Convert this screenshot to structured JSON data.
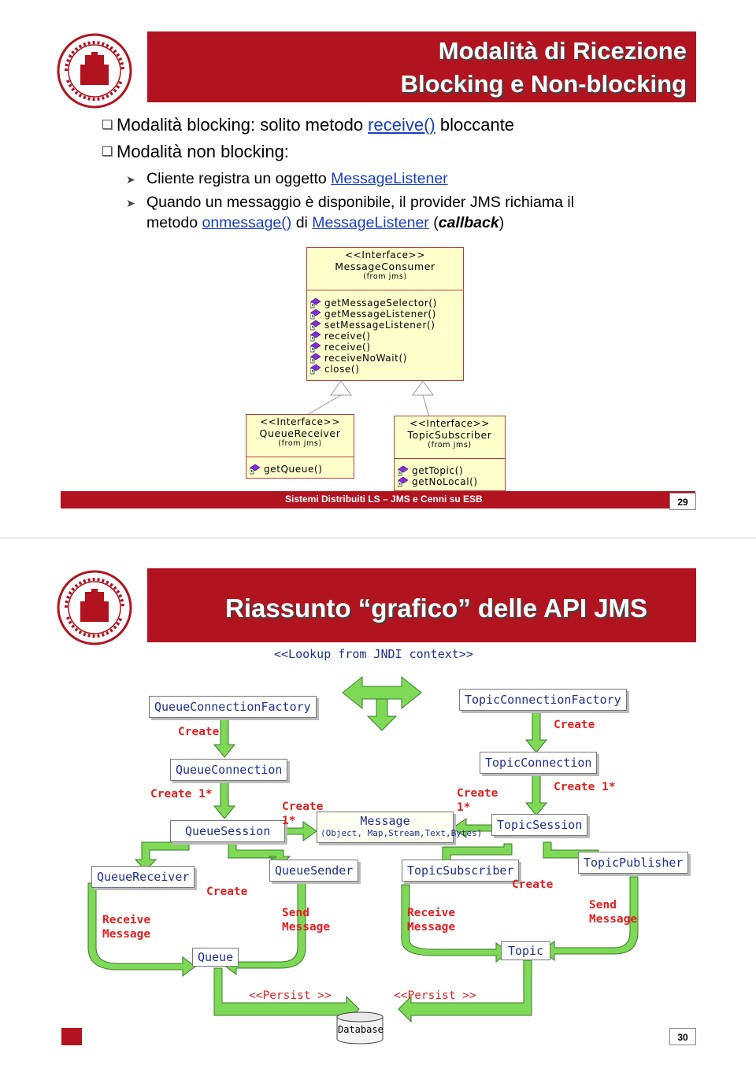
{
  "slide1": {
    "title_line1": "Modalità di Ricezione",
    "title_line2": "Blocking e Non-blocking",
    "bullets": [
      {
        "pre": "Modalità blocking: solito metodo ",
        "link": "receive()",
        "post": " bloccante"
      },
      {
        "text": "Modalità non blocking:"
      }
    ],
    "sub1": {
      "pre": "Cliente registra un oggetto ",
      "link": "MessageListener"
    },
    "sub2": {
      "line1": "Quando un messaggio è disponibile, il provider JMS richiama il",
      "pre": "metodo ",
      "link1": "onmessage()",
      "mid": " di ",
      "link2": "MessageListener",
      "paren_open": " (",
      "bold": "callback",
      "paren_close": ")"
    },
    "uml_consumer": {
      "stereotype": "<<Interface>>",
      "name": "MessageConsumer",
      "from": "(from jms)",
      "ops": [
        "getMessageSelector()",
        "getMessageListener()",
        "setMessageListener()",
        "receive()",
        "receive()",
        "receiveNoWait()",
        "close()"
      ]
    },
    "uml_queue": {
      "stereotype": "<<Interface>>",
      "name": "QueueReceiver",
      "from": "(from jms)",
      "ops": [
        "getQueue()"
      ]
    },
    "uml_topic": {
      "stereotype": "<<Interface>>",
      "name": "TopicSubscriber",
      "from": "(from jms)",
      "ops": [
        "getTopic()",
        "getNoLocal()"
      ]
    },
    "footer": "Sistemi Distribuiti LS – JMS e Cenni su ESB",
    "page": "29"
  },
  "slide2": {
    "title": "Riassunto “grafico” delle API JMS",
    "lookup": "<<Lookup from JNDI context>>",
    "boxes": {
      "qcf": "QueueConnectionFactory",
      "tcf": "TopicConnectionFactory",
      "qc": "QueueConnection",
      "tc": "TopicConnection",
      "qs": "QueueSession",
      "ts": "TopicSession",
      "msg": "Message",
      "msg_types": "(Object, Map,Stream,Text,Bytes)",
      "qr": "QueueReceiver",
      "qsnd": "QueueSender",
      "tsub": "TopicSubscriber",
      "tpub": "TopicPublisher",
      "queue": "Queue",
      "topic": "Topic",
      "db": "Database"
    },
    "labels": {
      "create_qc": "Create",
      "create_tc": "Create",
      "create_qs": "Create 1*",
      "create_ts": "Create 1*",
      "create_msg_q_1": "Create",
      "create_msg_q_2": "1*",
      "create_msg_t_1": "Create",
      "create_msg_t_2": "1*",
      "create_qr": "Create",
      "create_tsub": "Create",
      "recv_q_1": "Receive",
      "recv_q_2": "Message",
      "send_q_1": "Send",
      "send_q_2": "Message",
      "recv_t_1": "Receive",
      "recv_t_2": "Message",
      "send_t_1": "Send",
      "send_t_2": "Message",
      "persist_1": "<<Persist >>",
      "persist_2": "<<Persist >>"
    },
    "page": "30"
  },
  "colors": {
    "brand_red": "#b1131f",
    "link_blue": "#1a3fc0",
    "arrow_green": "#7ed957",
    "uml_fill": "#ffffcc"
  }
}
